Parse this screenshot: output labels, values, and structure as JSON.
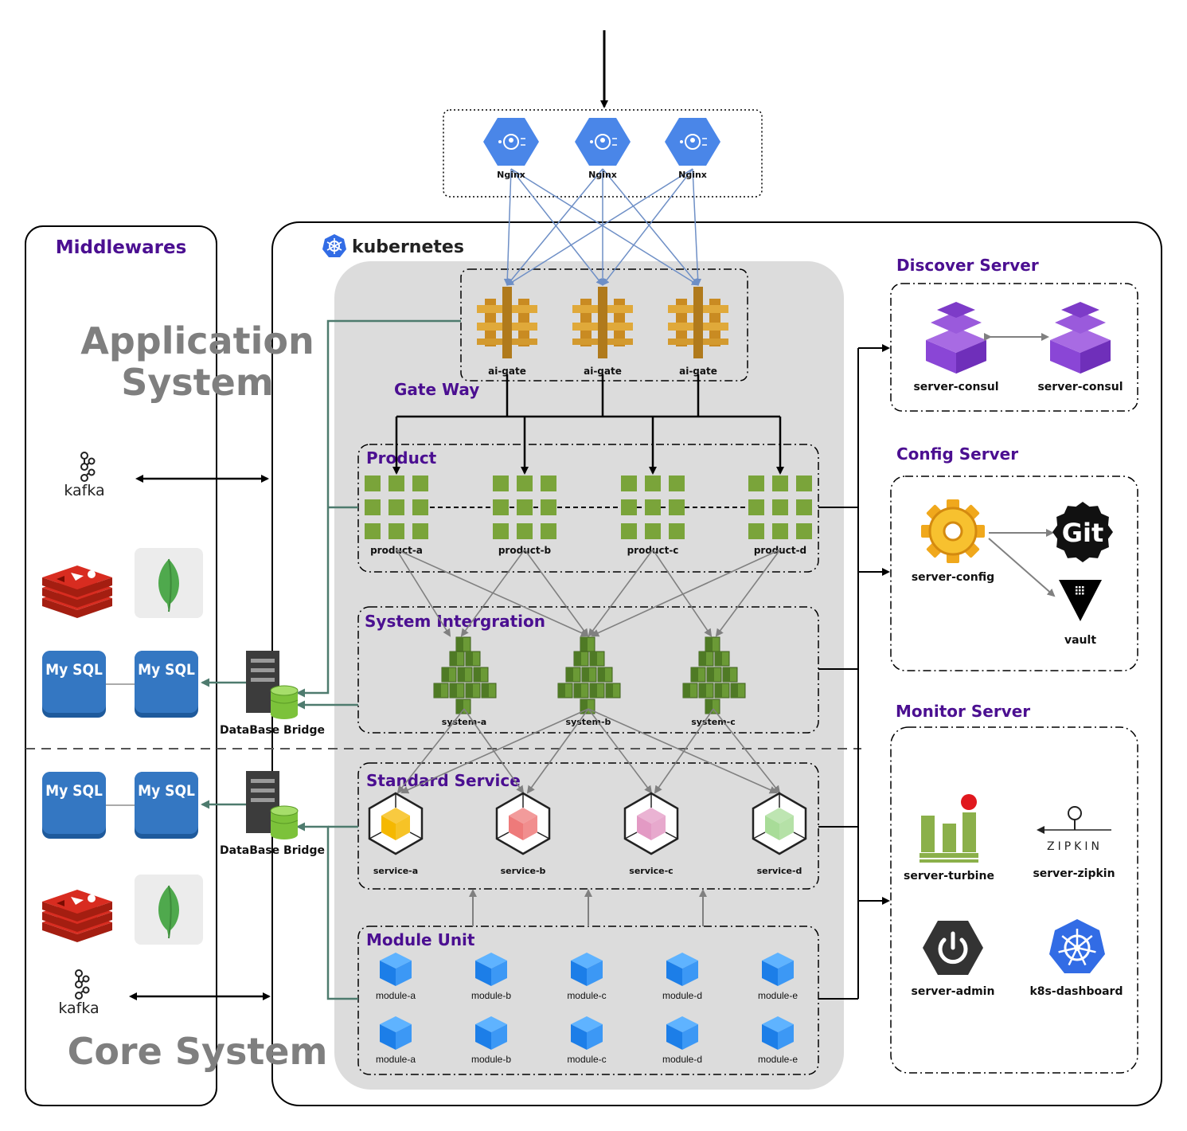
{
  "middlewares_title": "Middlewares",
  "kubernetes_label": "kubernetes",
  "application_system_label": [
    "Application",
    "System"
  ],
  "core_system_label": "Core System",
  "nginx": [
    "Nginx",
    "Nginx",
    "Nginx"
  ],
  "gateway": {
    "title": "Gate Way",
    "nodes": [
      "ai-gate",
      "ai-gate",
      "ai-gate"
    ]
  },
  "product": {
    "title": "Product",
    "nodes": [
      "product-a",
      "product-b",
      "product-c",
      "product-d"
    ]
  },
  "system_integration": {
    "title": "System Intergration",
    "nodes": [
      "system-a",
      "system-b",
      "system-c"
    ]
  },
  "standard_service": {
    "title": "Standard Service",
    "nodes": [
      "service-a",
      "service-b",
      "service-c",
      "service-d"
    ],
    "cube_colors": [
      "#f5b800",
      "#ee7a7a",
      "#e39ac4",
      "#a8dc98"
    ]
  },
  "module_unit": {
    "title": "Module Unit",
    "rows": [
      [
        "module-a",
        "module-b",
        "module-c",
        "module-d",
        "module-e"
      ],
      [
        "module-a",
        "module-b",
        "module-c",
        "module-d",
        "module-e"
      ]
    ]
  },
  "database_bridge": [
    "DataBase Bridge",
    "DataBase Bridge"
  ],
  "mysql": [
    "My SQL",
    "My SQL",
    "My SQL",
    "My SQL"
  ],
  "kafka": [
    "kafka",
    "kafka"
  ],
  "discover_server": {
    "title": "Discover Server",
    "nodes": [
      "server-consul",
      "server-consul"
    ]
  },
  "config_server": {
    "title": "Config Server",
    "node": "server-config",
    "git": "Git",
    "vault": "vault"
  },
  "monitor_server": {
    "title": "Monitor Server",
    "nodes": [
      "server-turbine",
      "server-zipkin",
      "server-admin",
      "k8s-dashboard"
    ],
    "zipkin_logo": "ZIPKIN"
  },
  "colors": {
    "section_title": "#4b0f91",
    "big_label": "#7f7f7f",
    "k8s_bg": "#dcdcdc",
    "nginx": "#4a86e8",
    "gate": "#e0a93a",
    "product": "#7aa43a",
    "db_link": "#4e7b6e"
  },
  "icons": [
    "nginx-icon",
    "api-gateway-icon",
    "grid-icon",
    "aws-stack-icon",
    "cube-icon",
    "consul-icon",
    "gear-icon",
    "git-icon",
    "vault-icon",
    "turbine-icon",
    "zipkin-icon",
    "power-icon",
    "kubernetes-icon",
    "kafka-icon",
    "redis-icon",
    "mongodb-icon",
    "mysql-icon",
    "server-icon"
  ]
}
